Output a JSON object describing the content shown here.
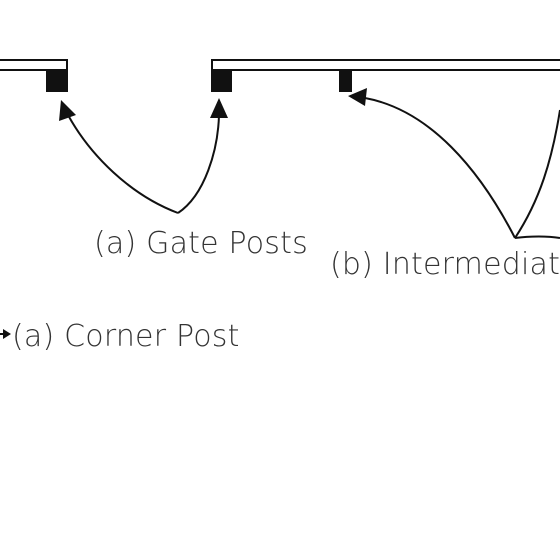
{
  "labels": {
    "gate_posts": "(a) Gate Posts",
    "intermediate_posts": "(b) Intermediate F",
    "corner_post": "(a) Corner Post"
  },
  "colors": {
    "ink": "#111111",
    "text": "#333333",
    "background": "#ffffff"
  }
}
